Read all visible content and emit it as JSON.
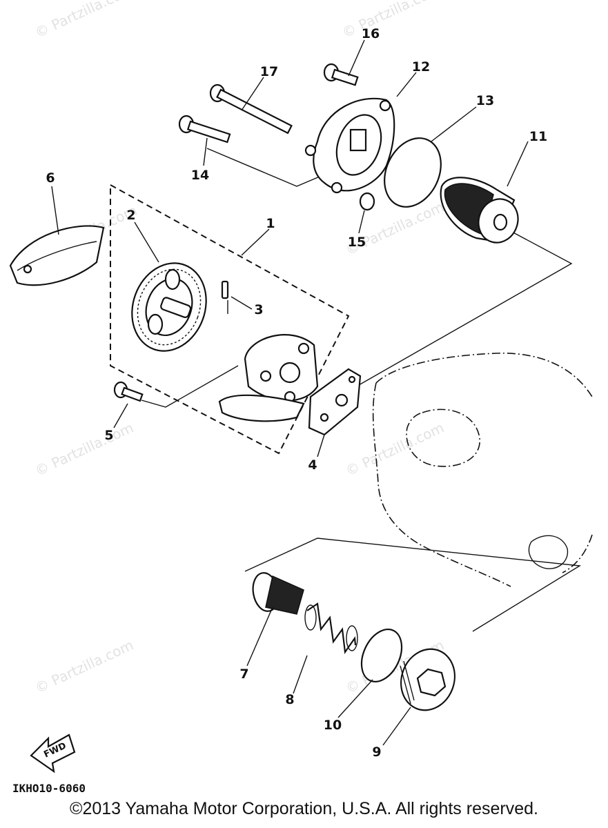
{
  "diagram": {
    "part_numbers": [
      "1",
      "2",
      "3",
      "4",
      "5",
      "6",
      "7",
      "8",
      "9",
      "10",
      "11",
      "12",
      "13",
      "14",
      "15",
      "16",
      "17"
    ],
    "drawing_code": "IKHO10-6060",
    "fwd_label": "FWD",
    "watermark": "© Partzilla.com",
    "copyright": "©2013 Yamaha Motor Corporation, U.S.A. All rights reserved."
  }
}
